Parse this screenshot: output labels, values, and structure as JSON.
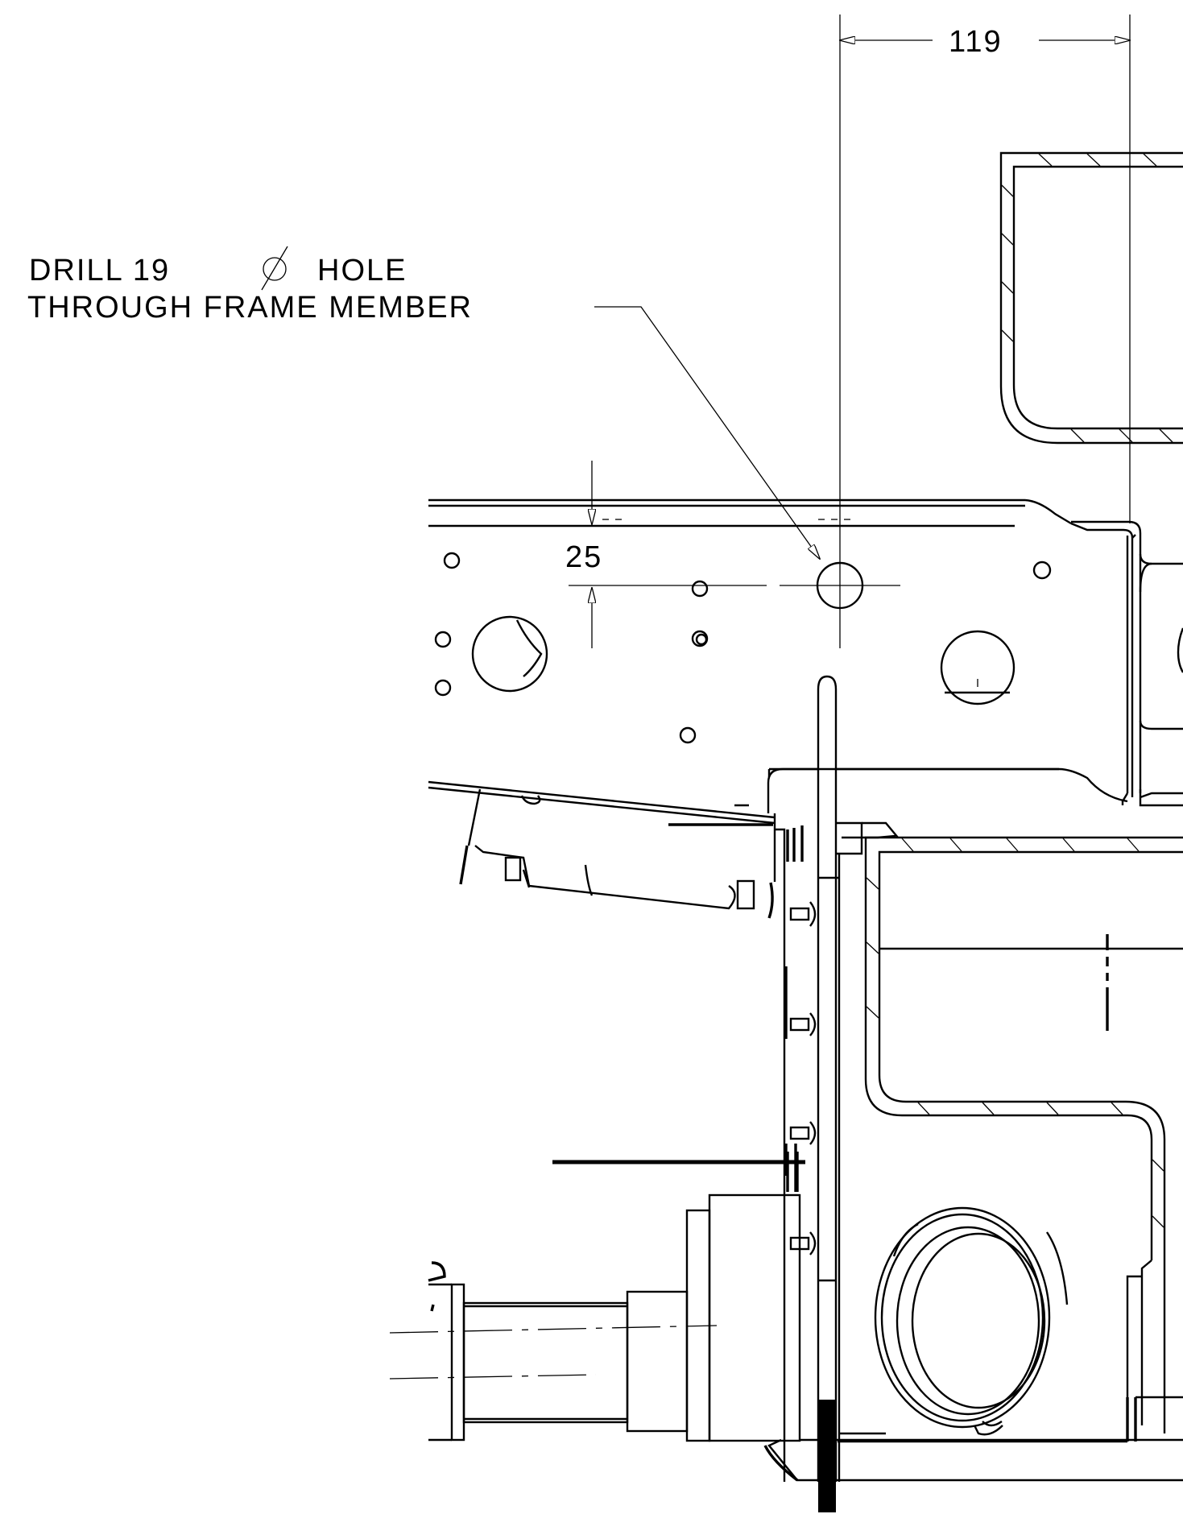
{
  "dimensions": {
    "top_width": "119",
    "vertical_offset": "25"
  },
  "note": {
    "line1_pre": "DRILL 19",
    "line1_symbol": "∅",
    "line1_post": "HOLE",
    "line2": "THROUGH FRAME MEMBER"
  }
}
